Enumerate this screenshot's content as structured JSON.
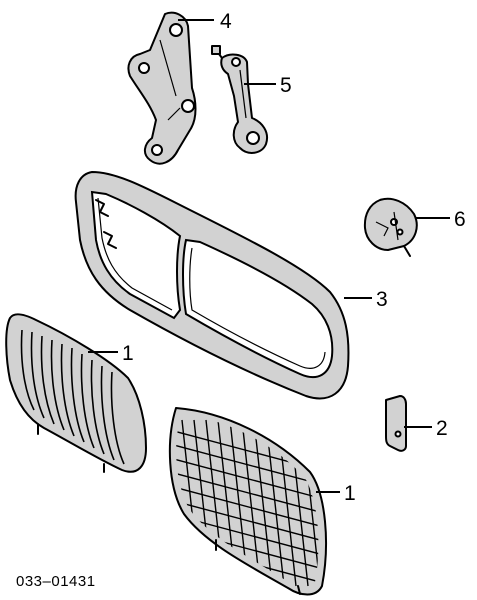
{
  "callouts": {
    "c4": "4",
    "c5": "5",
    "c6": "6",
    "c3": "3",
    "c1_left": "1",
    "c2": "2",
    "c1_right": "1"
  },
  "diagram_code": "033–01431"
}
